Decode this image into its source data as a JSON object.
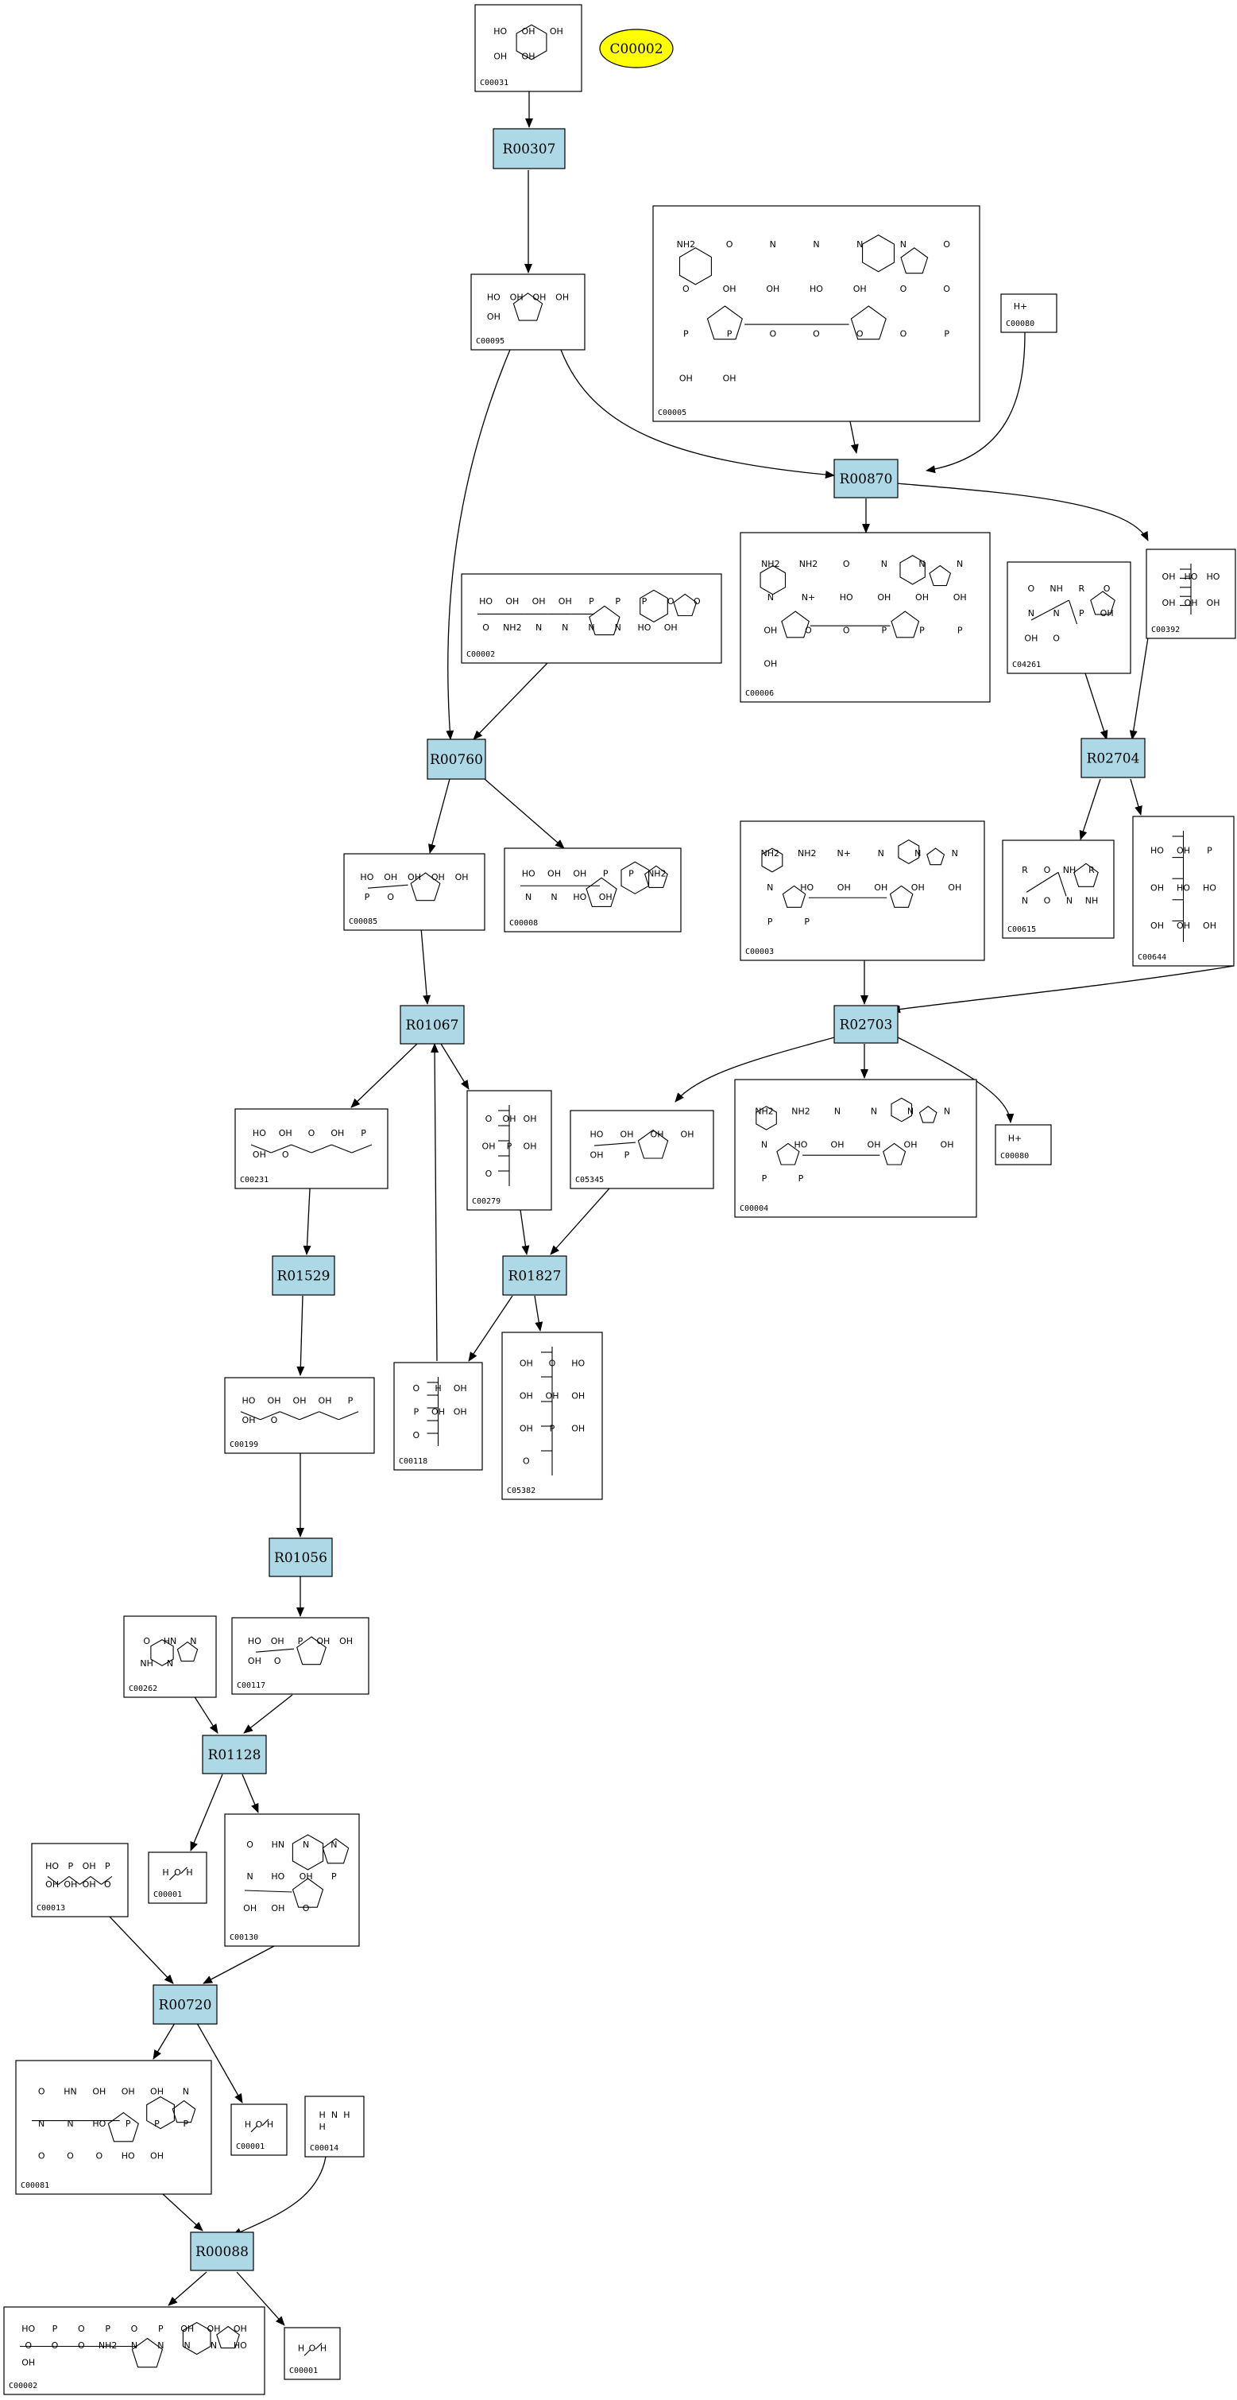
{
  "start_compound": "C00002",
  "colors": {
    "reaction_fill": "#add8e6",
    "start_fill": "#ffff00",
    "line": "#000000",
    "box_border": "#000000"
  },
  "reactions": [
    "R00307",
    "R00870",
    "R00760",
    "R02704",
    "R01067",
    "R02703",
    "R01529",
    "R01827",
    "R01056",
    "R01128",
    "R00720",
    "R00088"
  ],
  "compounds": [
    {
      "id": "c00031",
      "label": "C00031",
      "atoms": [
        "HO",
        "OH",
        "OH",
        "OH",
        "OH"
      ]
    },
    {
      "id": "c00095",
      "label": "C00095",
      "atoms": [
        "HO",
        "OH",
        "OH",
        "OH",
        "OH"
      ]
    },
    {
      "id": "c00005",
      "label": "C00005",
      "atoms": [
        "NH2",
        "O",
        "N",
        "N",
        "N",
        "N",
        "O",
        "O",
        "OH",
        "OH",
        "HO",
        "OH",
        "O",
        "O",
        "P",
        "P",
        "O",
        "O",
        "O",
        "O",
        "P",
        "OH",
        "OH"
      ]
    },
    {
      "id": "c00080a",
      "label": "C00080",
      "atoms": [
        "H+"
      ]
    },
    {
      "id": "c00002a",
      "label": "C00002",
      "atoms": [
        "HO",
        "OH",
        "OH",
        "OH",
        "P",
        "P",
        "P",
        "O",
        "O",
        "O",
        "NH2",
        "N",
        "N",
        "N",
        "N",
        "HO",
        "OH"
      ]
    },
    {
      "id": "c00006",
      "label": "C00006",
      "atoms": [
        "NH2",
        "NH2",
        "O",
        "N",
        "N",
        "N",
        "N",
        "N+",
        "HO",
        "OH",
        "OH",
        "OH",
        "OH",
        "O",
        "O",
        "P",
        "P",
        "P",
        "OH"
      ]
    },
    {
      "id": "c04261",
      "label": "C04261",
      "atoms": [
        "O",
        "NH",
        "R",
        "O",
        "N",
        "N",
        "P",
        "OH",
        "OH",
        "O"
      ]
    },
    {
      "id": "c00392",
      "label": "C00392",
      "atoms": [
        "OH",
        "HO",
        "HO",
        "OH",
        "OH",
        "OH"
      ]
    },
    {
      "id": "c00085",
      "label": "C00085",
      "atoms": [
        "HO",
        "OH",
        "OH",
        "OH",
        "OH",
        "P",
        "O"
      ]
    },
    {
      "id": "c00008",
      "label": "C00008",
      "atoms": [
        "HO",
        "OH",
        "OH",
        "P",
        "P",
        "NH2",
        "N",
        "N",
        "HO",
        "OH"
      ]
    },
    {
      "id": "c00003",
      "label": "C00003",
      "atoms": [
        "NH2",
        "NH2",
        "N+",
        "N",
        "N",
        "N",
        "N",
        "HO",
        "OH",
        "OH",
        "OH",
        "OH",
        "P",
        "P"
      ]
    },
    {
      "id": "c00615",
      "label": "C00615",
      "atoms": [
        "R",
        "O",
        "NH",
        "R",
        "N",
        "O",
        "N",
        "NH"
      ]
    },
    {
      "id": "c00644",
      "label": "C00644",
      "atoms": [
        "HO",
        "OH",
        "P",
        "OH",
        "HO",
        "HO",
        "OH",
        "OH",
        "OH"
      ]
    },
    {
      "id": "c00231",
      "label": "C00231",
      "atoms": [
        "HO",
        "OH",
        "O",
        "OH",
        "P",
        "OH",
        "O"
      ]
    },
    {
      "id": "c00279",
      "label": "C00279",
      "atoms": [
        "O",
        "OH",
        "OH",
        "OH",
        "P",
        "OH",
        "O"
      ]
    },
    {
      "id": "c05345",
      "label": "C05345",
      "atoms": [
        "HO",
        "OH",
        "OH",
        "OH",
        "OH",
        "P"
      ]
    },
    {
      "id": "c00004",
      "label": "C00004",
      "atoms": [
        "NH2",
        "NH2",
        "N",
        "N",
        "N",
        "N",
        "N",
        "HO",
        "OH",
        "OH",
        "OH",
        "OH",
        "P",
        "P"
      ]
    },
    {
      "id": "c00080b",
      "label": "C00080",
      "atoms": [
        "H+"
      ]
    },
    {
      "id": "c00199",
      "label": "C00199",
      "atoms": [
        "HO",
        "OH",
        "OH",
        "OH",
        "P",
        "OH",
        "O"
      ]
    },
    {
      "id": "c00118",
      "label": "C00118",
      "atoms": [
        "O",
        "H",
        "OH",
        "P",
        "OH",
        "OH",
        "O"
      ]
    },
    {
      "id": "c05382",
      "label": "C05382",
      "atoms": [
        "OH",
        "O",
        "HO",
        "OH",
        "OH",
        "OH",
        "OH",
        "P",
        "OH",
        "O"
      ]
    },
    {
      "id": "c00262",
      "label": "C00262",
      "atoms": [
        "O",
        "HN",
        "N",
        "NH",
        "N"
      ]
    },
    {
      "id": "c00117",
      "label": "C00117",
      "atoms": [
        "HO",
        "OH",
        "P",
        "OH",
        "OH",
        "OH",
        "O"
      ]
    },
    {
      "id": "c00013",
      "label": "C00013",
      "atoms": [
        "HO",
        "P",
        "OH",
        "P",
        "OH",
        "OH",
        "OH",
        "O"
      ]
    },
    {
      "id": "c00001a",
      "label": "C00001",
      "atoms": [
        "H",
        "O",
        "H"
      ]
    },
    {
      "id": "c00130",
      "label": "C00130",
      "atoms": [
        "O",
        "HN",
        "N",
        "N",
        "N",
        "HO",
        "OH",
        "P",
        "OH",
        "OH",
        "O"
      ]
    },
    {
      "id": "c00081",
      "label": "C00081",
      "atoms": [
        "O",
        "HN",
        "OH",
        "OH",
        "OH",
        "N",
        "N",
        "N",
        "HO",
        "P",
        "P",
        "P",
        "O",
        "O",
        "O",
        "HO",
        "OH"
      ]
    },
    {
      "id": "c00001b",
      "label": "C00001",
      "atoms": [
        "H",
        "O",
        "H"
      ]
    },
    {
      "id": "c00014",
      "label": "C00014",
      "atoms": [
        "H",
        "N",
        "H",
        "H"
      ]
    },
    {
      "id": "c00002b",
      "label": "C00002",
      "atoms": [
        "HO",
        "P",
        "O",
        "P",
        "O",
        "P",
        "OH",
        "OH",
        "OH",
        "O",
        "O",
        "O",
        "NH2",
        "N",
        "N",
        "N",
        "N",
        "HO",
        "OH"
      ]
    },
    {
      "id": "c00001c",
      "label": "C00001",
      "atoms": [
        "H",
        "O",
        "H"
      ]
    }
  ]
}
